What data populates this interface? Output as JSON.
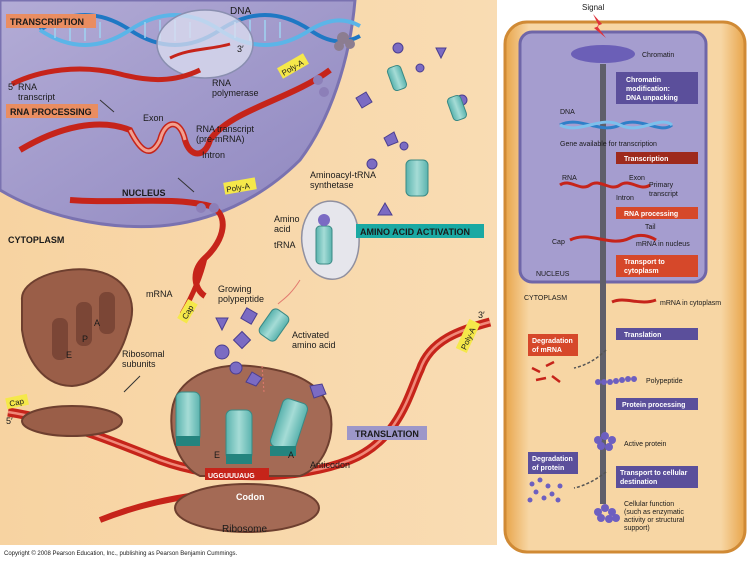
{
  "left": {
    "badges": {
      "transcription": "TRANSCRIPTION",
      "rna_processing": "RNA PROCESSING",
      "amino_acid_activation": "AMINO ACID ACTIVATION",
      "translation": "TRANSLATION"
    },
    "labels": {
      "dna": "DNA",
      "three_prime_top": "3′",
      "five_prime_top": "5′",
      "rna_transcript": "RNA",
      "rna_transcript_2": "transcript",
      "rna_polymerase": "RNA",
      "rna_polymerase_2": "polymerase",
      "exon": "Exon",
      "rna_transcript_pre": "RNA transcript",
      "rna_transcript_pre_2": "(pre-mRNA)",
      "intron": "Intron",
      "nucleus": "NUCLEUS",
      "cytoplasm": "CYTOPLASM",
      "poly_a_1": "Poly-A",
      "poly_a_2": "Poly-A",
      "poly_a_3": "Poly-A",
      "aminoacyl_trna": "Aminoacyl-tRNA",
      "aminoacyl_trna_2": "synthetase",
      "amino_acid": "Amino",
      "amino_acid_2": "acid",
      "trna": "tRNA",
      "mrna": "mRNA",
      "cap_1": "Cap",
      "cap_2": "Cap",
      "growing_polypeptide": "Growing",
      "growing_polypeptide_2": "polypeptide",
      "activated_amino_acid": "Activated",
      "activated_amino_acid_2": "amino acid",
      "ribosomal_subunits": "Ribosomal",
      "ribosomal_subunits_2": "subunits",
      "five_prime_bottom": "5′",
      "three_prime_right": "3′",
      "site_a": "A",
      "site_p": "P",
      "site_e": "E",
      "site_e2": "E",
      "site_a2": "A",
      "anticodon": "Anticodon",
      "codon": "Codon",
      "codon_seq": "UGGUUUAUG",
      "ribosome": "Ribosome"
    },
    "copyright": "Copyright © 2008 Pearson Education, Inc., publishing as Pearson Benjamin Cummings."
  },
  "right": {
    "signal": "Signal",
    "chromatin": "Chromatin",
    "step_chromatin_mod": "Chromatin",
    "step_chromatin_mod_2": "modification:",
    "step_chromatin_mod_3": "DNA unpacking",
    "dna": "DNA",
    "gene_available": "Gene available for transcription",
    "step_transcription": "Transcription",
    "rna": "RNA",
    "exon": "Exon",
    "primary": "Primary",
    "primary_2": "transcript",
    "intron": "Intron",
    "step_rna_processing": "RNA processing",
    "tail": "Tail",
    "cap": "Cap",
    "mrna_nucleus": "mRNA in nucleus",
    "step_transport": "Transport to",
    "step_transport_2": "cytoplasm",
    "nucleus": "NUCLEUS",
    "cytoplasm": "CYTOPLASM",
    "mrna_cytoplasm": "mRNA in cytoplasm",
    "step_degradation_mrna": "Degradation",
    "step_degradation_mrna_2": "of mRNA",
    "step_translation": "Translation",
    "polypeptide": "Polypeptide",
    "step_protein_processing": "Protein processing",
    "active_protein": "Active protein",
    "step_degradation_protein": "Degradation",
    "step_degradation_protein_2": "of protein",
    "step_transport_cell": "Transport to cellular",
    "step_transport_cell_2": "destination",
    "cellular_function": "Cellular function",
    "cellular_function_2": "(such as enzymatic",
    "cellular_function_3": "activity or structural",
    "cellular_function_4": "support)"
  },
  "colors": {
    "cytoplasm": "#f7d5a6",
    "nucleus": "#9c93c7",
    "mrna": "#c6241a",
    "badge_orange": "#e98d61",
    "badge_teal": "#1aa9a3",
    "badge_purple": "#9d97c9",
    "ribosome": "#a46a55",
    "trna": "#7fcac3",
    "step_purple": "#5b4f9b",
    "step_red": "#d6482a",
    "step_dark_red": "#9e2a1c"
  }
}
